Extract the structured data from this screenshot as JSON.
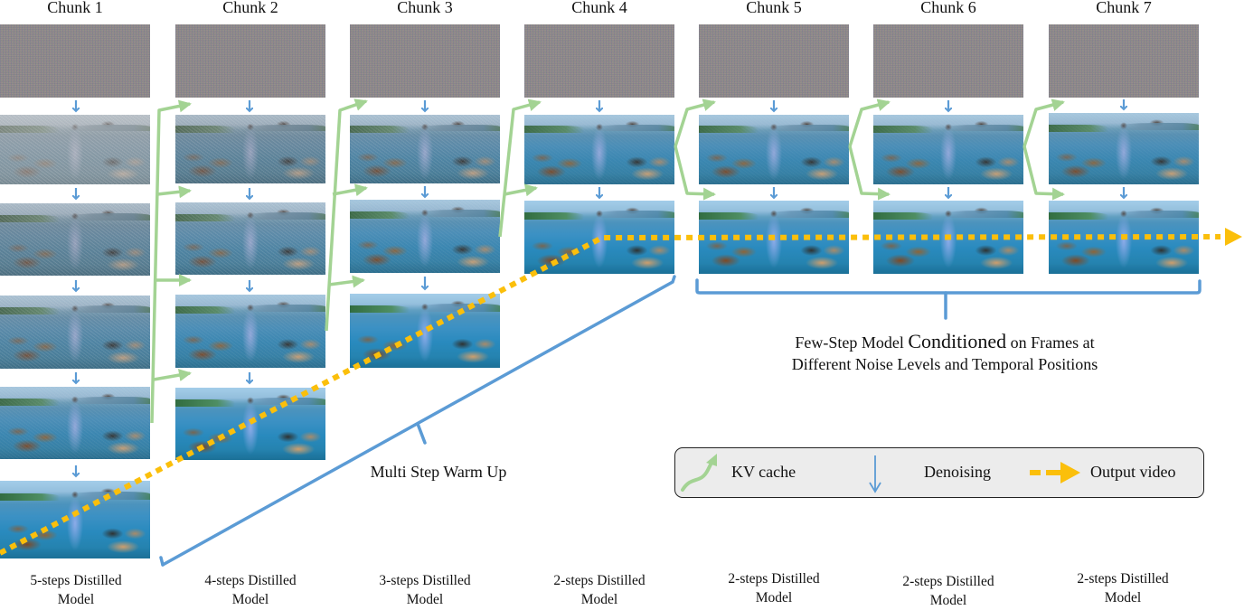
{
  "chunks": [
    {
      "title": "Chunk 1",
      "model_label": "5-steps Distilled Model",
      "model_line1": "5-steps Distilled",
      "model_line2": "Model",
      "steps": 5
    },
    {
      "title": "Chunk 2",
      "model_label": "4-steps Distilled Model",
      "model_line1": "4-steps Distilled",
      "model_line2": "Model",
      "steps": 4
    },
    {
      "title": "Chunk 3",
      "model_label": "3-steps Distilled Model",
      "model_line1": "3-steps Distilled",
      "model_line2": "Model",
      "steps": 3
    },
    {
      "title": "Chunk 4",
      "model_label": "2-steps Distilled Model",
      "model_line1": "2-steps Distilled",
      "model_line2": "Model",
      "steps": 2
    },
    {
      "title": "Chunk 5",
      "model_label": "2-steps Distilled Model",
      "model_line1": "2-steps Distilled",
      "model_line2": "Model",
      "steps": 2
    },
    {
      "title": "Chunk 6",
      "model_label": "2-steps Distilled Model",
      "model_line1": "2-steps Distilled",
      "model_line2": "Model",
      "steps": 2
    },
    {
      "title": "Chunk 7",
      "model_label": "2-steps Distilled Model",
      "model_line1": "2-steps Distilled",
      "model_line2": "Model",
      "steps": 2
    }
  ],
  "annotations": {
    "warmup": "Multi Step Warm Up",
    "conditioned_part1": "Few-Step Model ",
    "conditioned_big": "Conditioned",
    "conditioned_part2": " on Frames at",
    "conditioned_line2": "Different Noise Levels and Temporal Positions"
  },
  "legend": {
    "kv_cache": "KV cache",
    "denoising": "Denoising",
    "output_video": "Output video"
  },
  "colors": {
    "kv_cache_arrow": "#a3d393",
    "denoising_arrow": "#5b9bd5",
    "output_arrow": "#fbbf0b",
    "bracket": "#5b9bd5",
    "legend_bg": "#ececec"
  },
  "frame_content": {
    "noise_description": "Gaussian noise latent",
    "scene_description": "Woman in blue dress standing in a lake with ducks, mountains behind, bird in sky"
  }
}
